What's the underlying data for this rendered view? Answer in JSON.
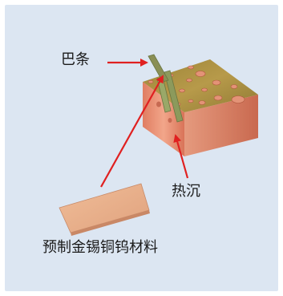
{
  "labels": {
    "busbar": "巴条",
    "heatsink": "热沉",
    "material": "预制金锡铜钨材料"
  },
  "colors": {
    "panel_background": "#dce6f2",
    "arrow": "#e02020",
    "copper": "#e09a7a",
    "gold_top": "#b39240",
    "busbar_green": "#8c9a5c",
    "material_fill": "#e8b08c"
  }
}
